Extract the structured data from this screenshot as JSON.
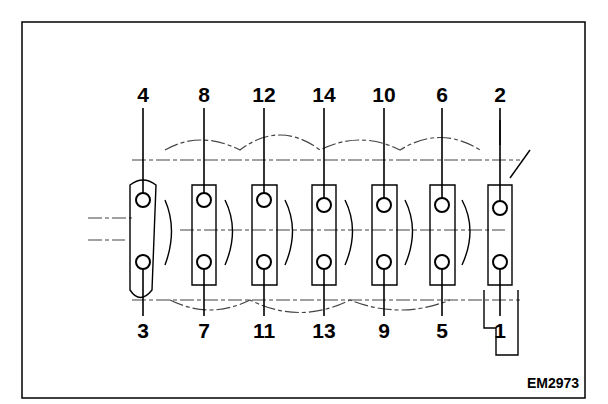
{
  "diagram": {
    "labels": [
      "4",
      "8",
      "12",
      "14",
      "10",
      "6",
      "2",
      "3",
      "7",
      "11",
      "13",
      "9",
      "5",
      "1",
      "EM2973"
    ]
  }
}
